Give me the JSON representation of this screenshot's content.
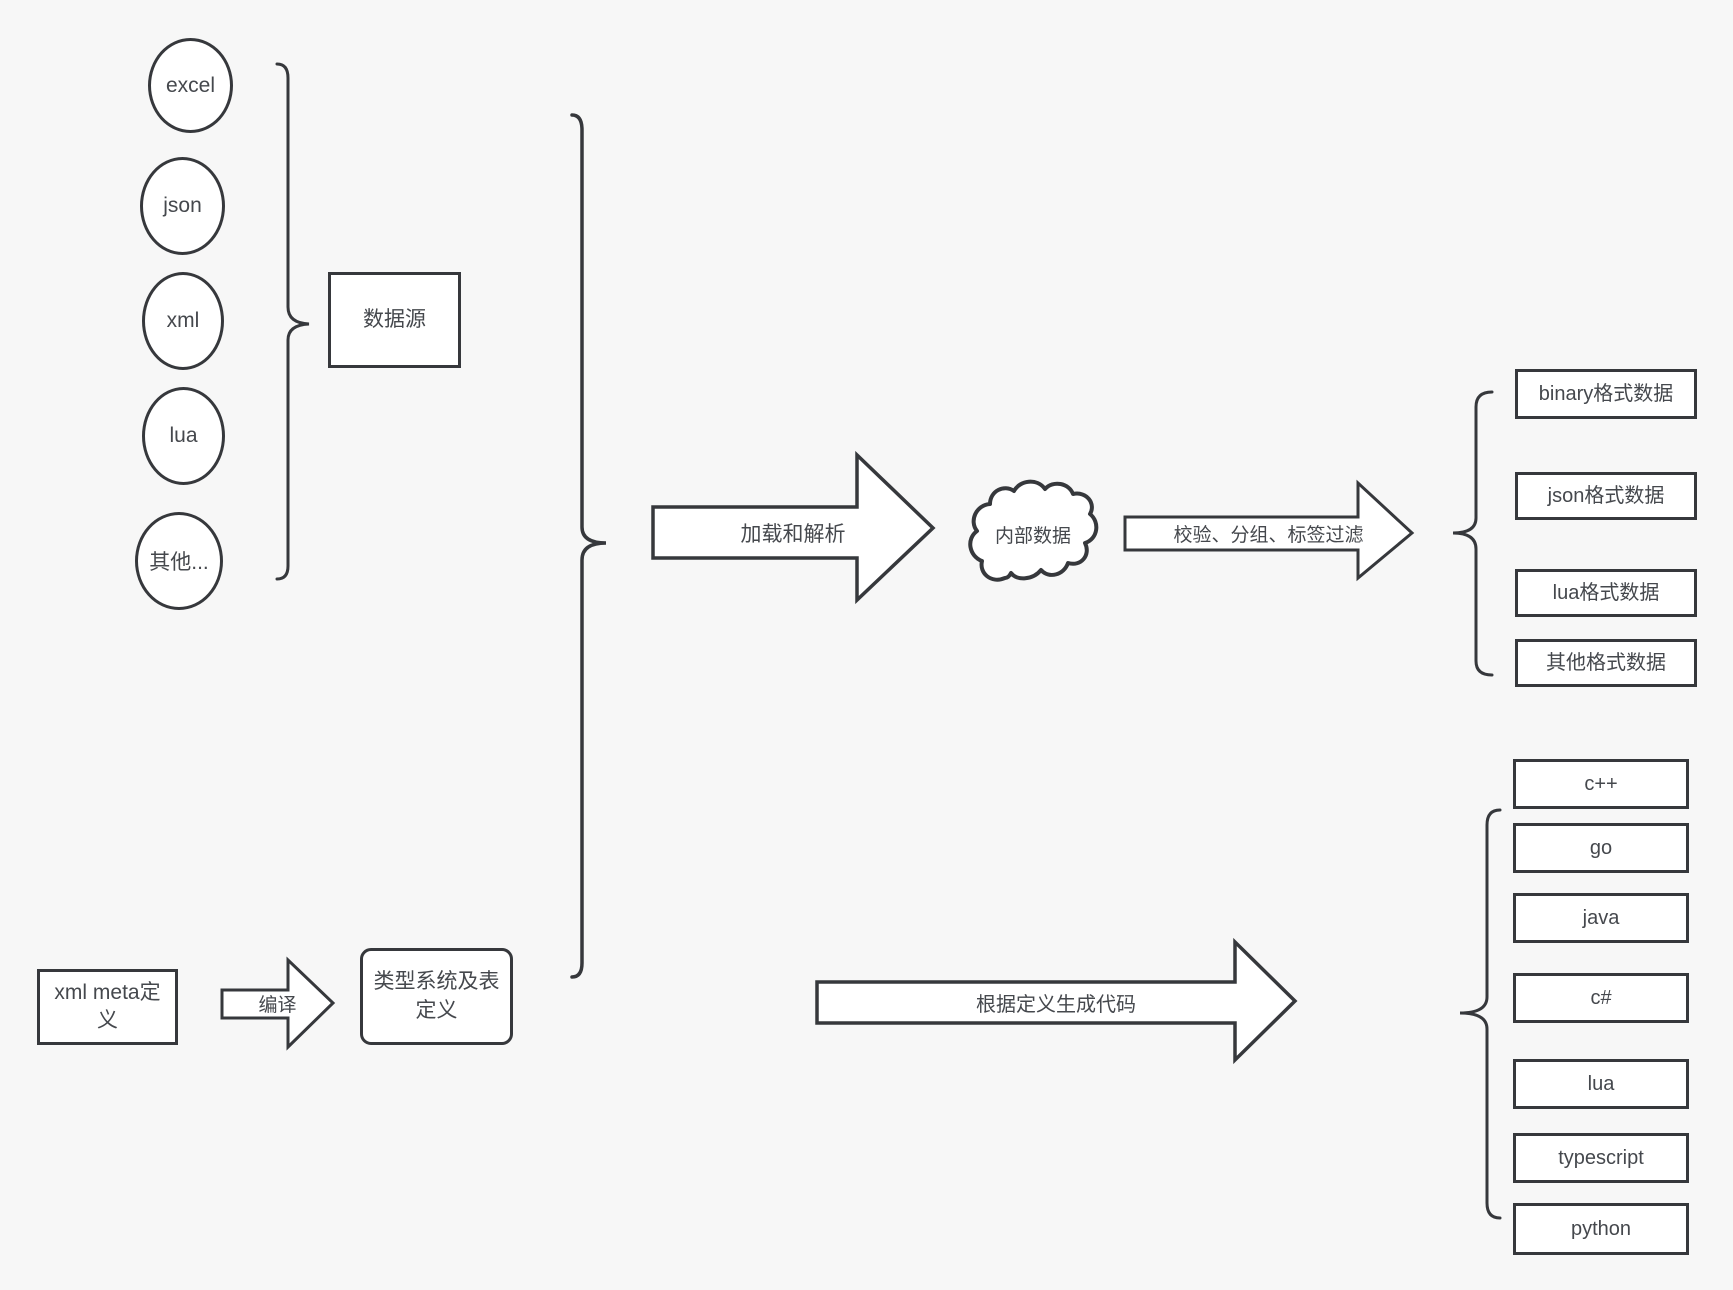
{
  "colors": {
    "background": "#f7f7f7",
    "stroke": "#36383c",
    "shape_fill": "#ffffff",
    "text": "#45484d"
  },
  "sources": {
    "group_label": "数据源",
    "items": [
      {
        "label": "excel"
      },
      {
        "label": "json"
      },
      {
        "label": "xml"
      },
      {
        "label": "lua"
      },
      {
        "label": "其他..."
      }
    ]
  },
  "flow": {
    "load_parse_label": "加载和解析",
    "internal_data_label": "内部数据",
    "filter_label": "校验、分组、标签过滤"
  },
  "data_formats": {
    "items": [
      {
        "label": "binary格式数据"
      },
      {
        "label": "json格式数据"
      },
      {
        "label": "lua格式数据"
      },
      {
        "label": "其他格式数据"
      }
    ]
  },
  "definitions": {
    "xml_meta_label": "xml meta定义",
    "compile_label": "编译",
    "type_system_label": "类型系统及表定义",
    "generate_code_label": "根据定义生成代码"
  },
  "languages": {
    "items": [
      {
        "label": "c++"
      },
      {
        "label": "go"
      },
      {
        "label": "java"
      },
      {
        "label": "c#"
      },
      {
        "label": "lua"
      },
      {
        "label": "typescript"
      },
      {
        "label": "python"
      }
    ]
  }
}
